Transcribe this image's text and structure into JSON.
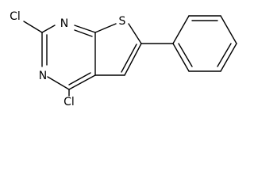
{
  "molecule": {
    "atoms": {
      "n1": "N",
      "n3": "N",
      "s7": "S",
      "cl2": "Cl",
      "cl4": "Cl"
    }
  },
  "colors": {
    "bond": "#000000",
    "label": "#000000",
    "background": "#ffffff"
  }
}
